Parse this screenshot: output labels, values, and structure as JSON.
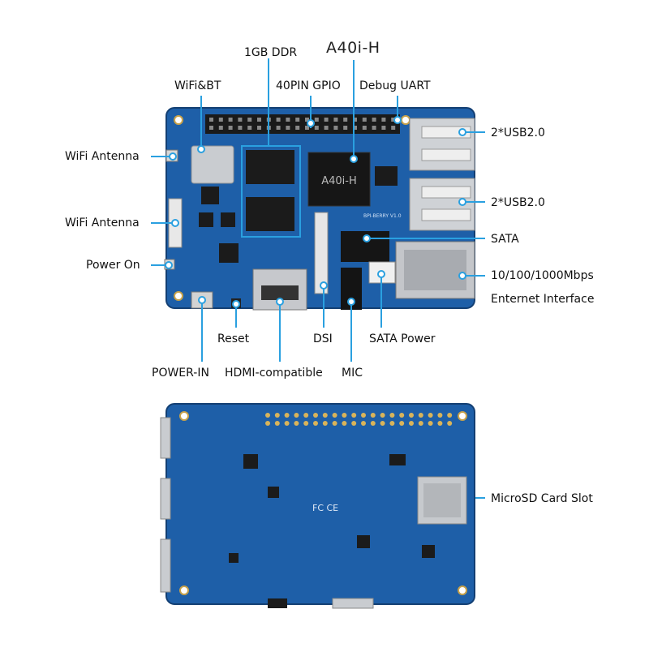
{
  "board": {
    "chip_label": "A40i-H",
    "board_silkscreen": "BPI-BERRY V1.0",
    "fc_mark": "FC CE"
  },
  "labels": {
    "ddr": "1GB DDR",
    "soc": "A40i-H",
    "wifi_bt": "WiFi&BT",
    "gpio": "40PIN GPIO",
    "debug_uart": "Debug UART",
    "usb_top": "2*USB2.0",
    "usb_bottom": "2*USB2.0",
    "wifi_antenna_1": "WiFi Antenna",
    "wifi_antenna_2": "WiFi Antenna",
    "sata": "SATA",
    "power_on": "Power On",
    "ethernet_line1": "10/100/1000Mbps",
    "ethernet_line2": "Enternet Interface",
    "reset": "Reset",
    "dsi": "DSI",
    "sata_power": "SATA Power",
    "power_in": "POWER-IN",
    "hdmi": "HDMI-compatible",
    "mic": "MIC",
    "microsd": "MicroSD Card Slot"
  },
  "colors": {
    "pcb": "#1e5fa8",
    "pcb_dark": "#164a86",
    "callout_line": "#2aa0e0",
    "header_pin": "#2b2b2b",
    "metal": "#c9ccd0"
  }
}
